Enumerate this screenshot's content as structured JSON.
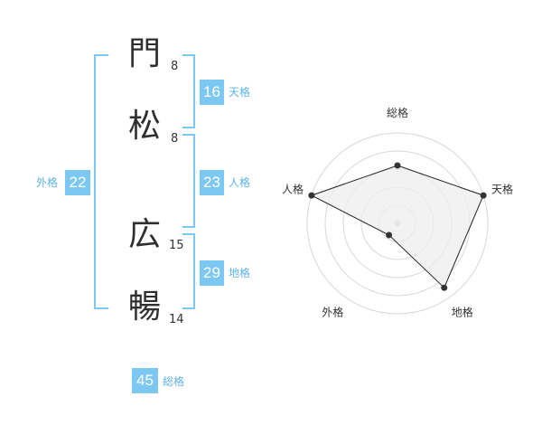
{
  "name": {
    "chars": [
      {
        "char": "門",
        "strokes": "8"
      },
      {
        "char": "松",
        "strokes": "8"
      },
      {
        "char": "広",
        "strokes": "15"
      },
      {
        "char": "暢",
        "strokes": "14"
      }
    ]
  },
  "fortune": {
    "tenkaku": {
      "label": "天格",
      "value": "16"
    },
    "jinkaku": {
      "label": "人格",
      "value": "23"
    },
    "chikaku": {
      "label": "地格",
      "value": "29"
    },
    "gaikaku": {
      "label": "外格",
      "value": "22"
    },
    "soukaku": {
      "label": "総格",
      "value": "45"
    }
  },
  "chart_data": {
    "type": "radar",
    "axes": [
      "総格",
      "天格",
      "地格",
      "外格",
      "人格"
    ],
    "levels": 5,
    "max": 5,
    "values": [
      3.2,
      5,
      4.4,
      0.8,
      5
    ],
    "colors": {
      "grid": "#d8d8d8",
      "fill": "#eeeeee",
      "line": "#222222",
      "point": "#333333",
      "center": "#cccccc"
    }
  }
}
